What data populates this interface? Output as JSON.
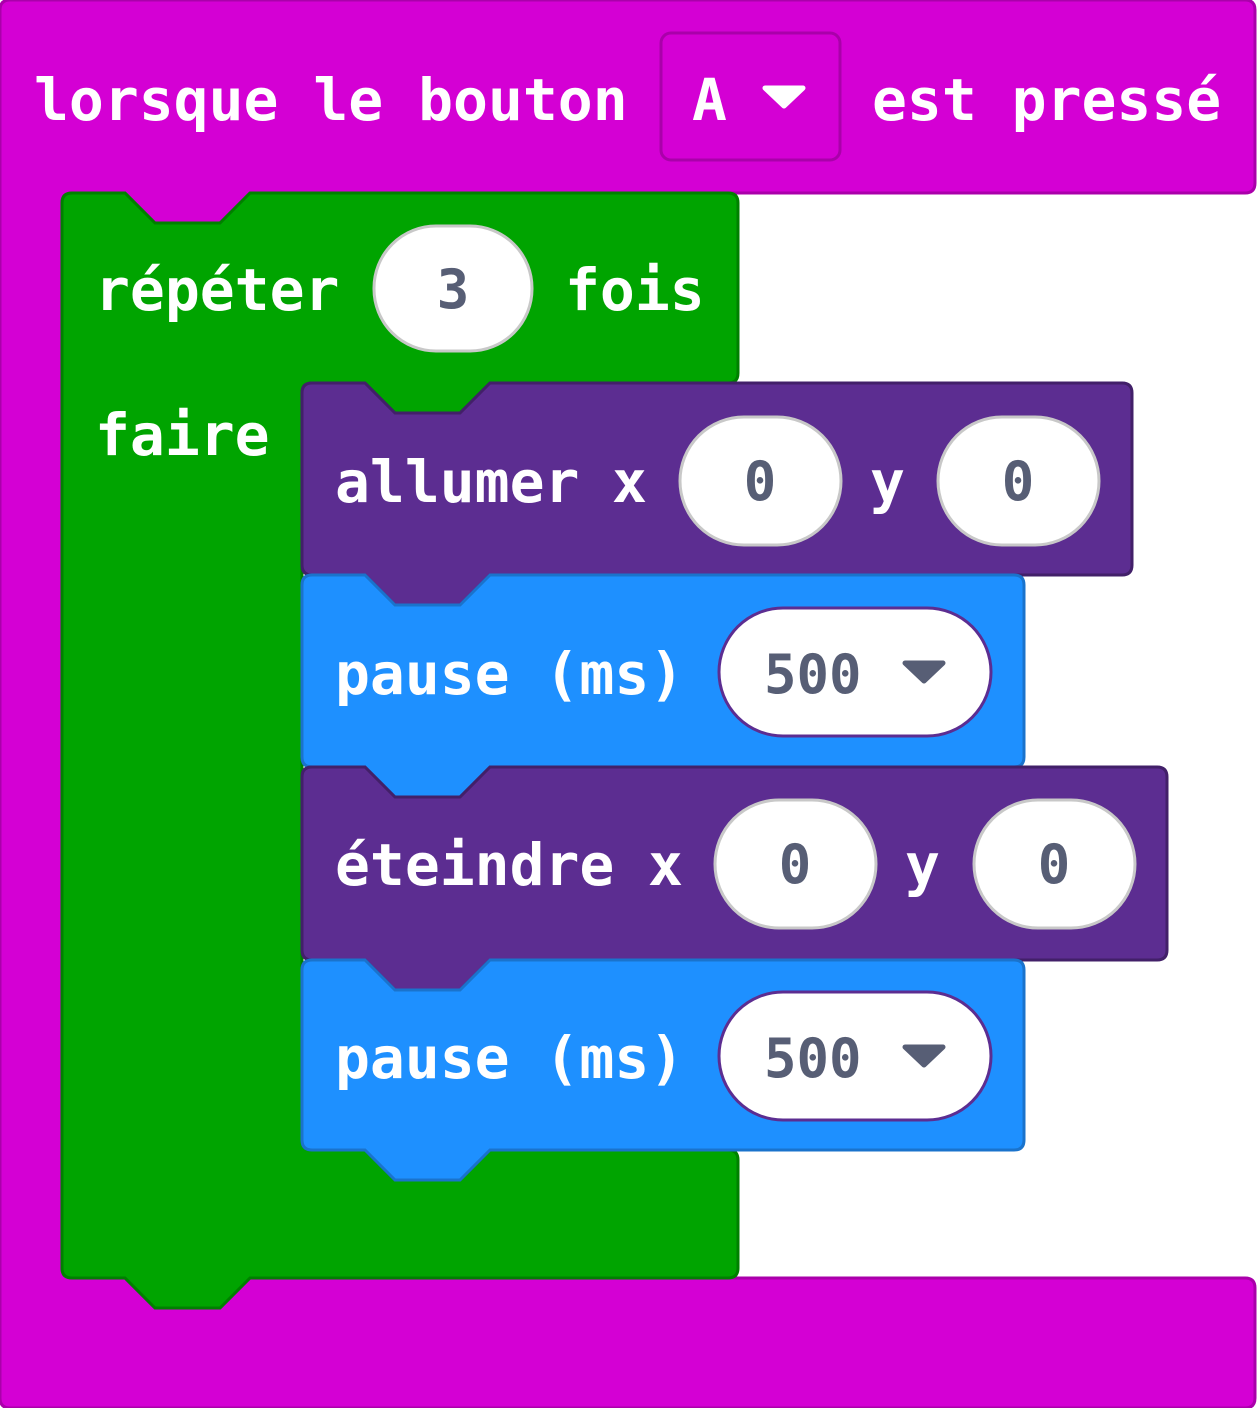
{
  "colors": {
    "event_block": "#d400d4",
    "loop_block": "#00a400",
    "led_block": "#5c2d91",
    "basic_block": "#1e90ff",
    "field_bg": "#ffffff",
    "field_text": "#575e75"
  },
  "event": {
    "prefix": "lorsque le bouton",
    "button_value": "A",
    "suffix": "est pressé"
  },
  "loop": {
    "repeat_label": "répéter",
    "count": "3",
    "times_label": "fois",
    "do_label": "faire"
  },
  "blocks": [
    {
      "label": "allumer",
      "x_label": "x",
      "x_value": "0",
      "y_label": "y",
      "y_value": "0"
    },
    {
      "label": "pause (ms)",
      "value": "500"
    },
    {
      "label": "éteindre",
      "x_label": "x",
      "x_value": "0",
      "y_label": "y",
      "y_value": "0"
    },
    {
      "label": "pause (ms)",
      "value": "500"
    }
  ],
  "icons": {
    "dropdown": "caret-down-icon"
  }
}
